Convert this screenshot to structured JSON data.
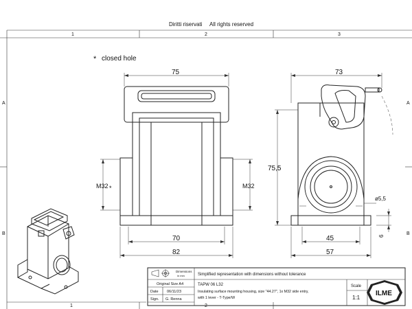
{
  "header": {
    "rights_it": "Diritti riservati",
    "rights_en": "All rights reserved"
  },
  "grid": {
    "columns": [
      "1",
      "2",
      "3"
    ],
    "rows": [
      "A",
      "B"
    ]
  },
  "legend": {
    "symbol": "*",
    "text": "closed hole"
  },
  "front_view": {
    "dim_top": "75",
    "dim_bottom_inner": "70",
    "dim_bottom_outer": "82",
    "left_entry": "M32",
    "left_entry_mark": "*",
    "right_entry": "M32"
  },
  "side_view": {
    "dim_top": "73",
    "dim_height": "75,5",
    "dim_hole": "ø5,5",
    "dim_base_inner": "45",
    "dim_base_outer": "57",
    "dim_foot": "6"
  },
  "title_block": {
    "dimensions_label": "Dimensions",
    "dimensions_unit": "in mm",
    "note": "Simplified representation with dimensions without tolerance",
    "original_size": "Original Size A4",
    "date_label": "Date",
    "date_value": "06/11/23",
    "sign_label": "Sign.",
    "sign_value": "G. Renna",
    "code": "TAPW 06 L32",
    "desc1": "Insulating surface mounting housing, size \"44.27\", 1x M32 side entry,",
    "desc2": "with 1 lever - T-Type/W",
    "scale_label": "Scale",
    "scale_value": "1:1",
    "logo": "ILME"
  }
}
